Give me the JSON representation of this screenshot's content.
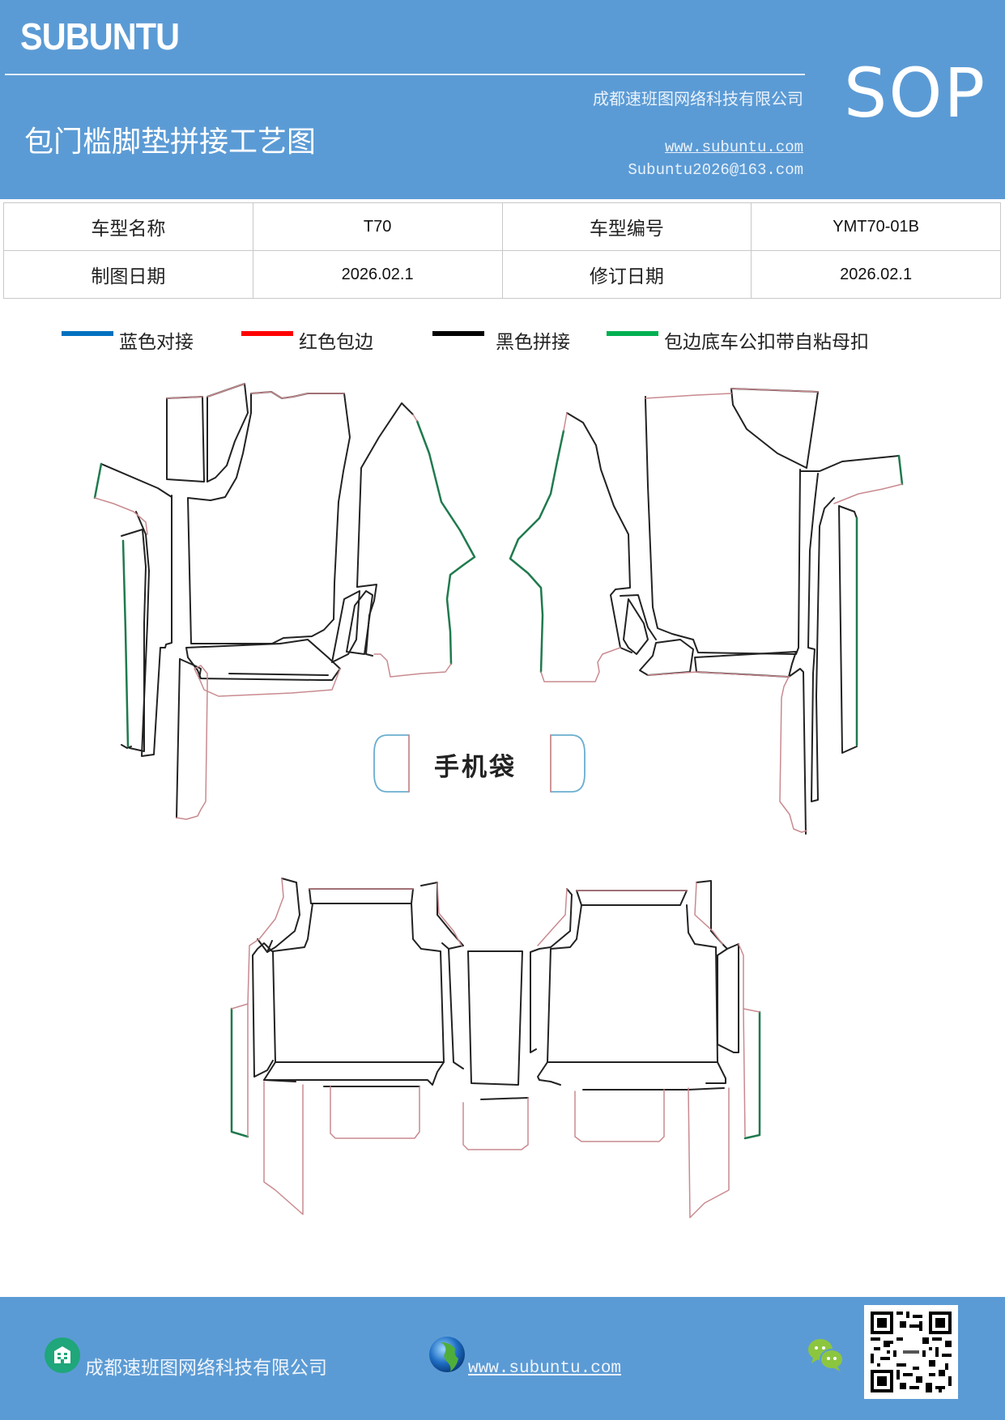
{
  "header": {
    "brand": "SUBUNTU",
    "title": "包门槛脚垫拼接工艺图",
    "company": "成都速班图网络科技有限公司",
    "website": "www.subuntu.com",
    "email": "Subuntu2026@163.com",
    "badge": "SOP",
    "background_color": "#5b9bd5"
  },
  "info_table": {
    "rows": [
      {
        "label1": "车型名称",
        "value1": "T70",
        "label2": "车型编号",
        "value2": "YMT70-01B"
      },
      {
        "label1": "制图日期",
        "value1": "2026.02.1",
        "label2": "修订日期",
        "value2": "2026.02.1"
      }
    ]
  },
  "legend": {
    "items": [
      {
        "label": "蓝色对接",
        "color": "#0070c0"
      },
      {
        "label": "红色包边",
        "color": "#ff0000"
      },
      {
        "label": "黑色拼接",
        "color": "#000000"
      },
      {
        "label": "包边底车公扣带自粘母扣",
        "color": "#00b050"
      }
    ]
  },
  "diagram": {
    "phone_bag_label": "手机袋",
    "stroke_colors": {
      "black": "#222222",
      "red": "#c98a8f",
      "green": "#1f7a4d",
      "blue": "#6aaed0"
    }
  },
  "footer": {
    "company": "成都速班图网络科技有限公司",
    "website": "www.subuntu.com",
    "icons": [
      "building-icon",
      "globe-icon",
      "wechat-icon",
      "qr-code"
    ]
  }
}
